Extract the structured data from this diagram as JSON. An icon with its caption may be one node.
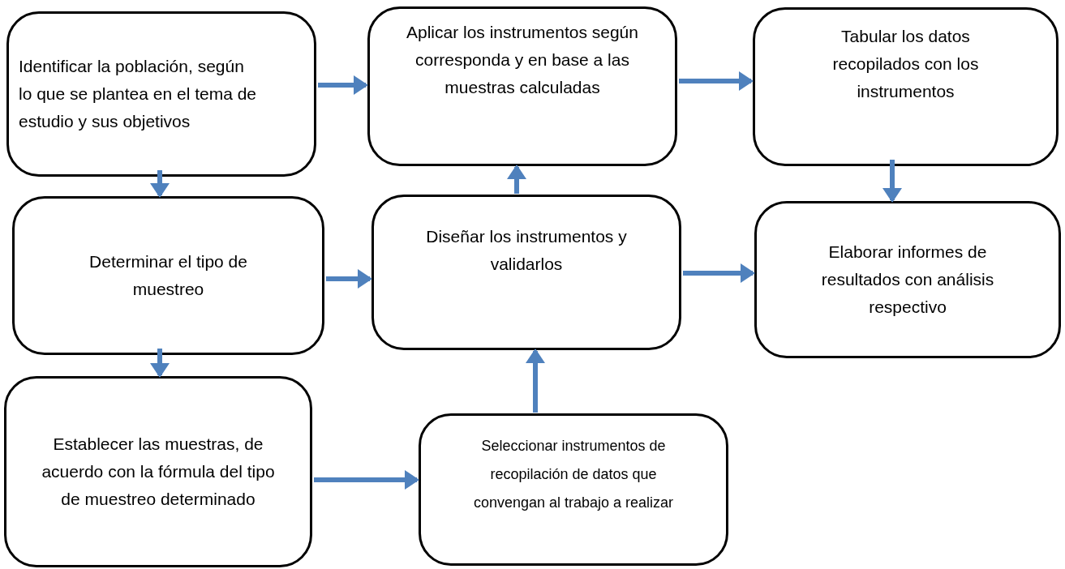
{
  "diagram": {
    "nodes": [
      {
        "text": [
          "Identificar la población, según lo que se plantea en el tema de estudio y sus objetivos"
        ]
      },
      {
        "text": [
          "Aplicar los instrumentos según corresponda y en base a las muestras calculadas"
        ]
      },
      {
        "text": [
          "Tabular los datos recopilados con los instrumentos"
        ]
      },
      {
        "text": [
          "Determinar el tipo de muestreo"
        ]
      },
      {
        "text": [
          "Diseñar los instrumentos y validarlos"
        ]
      },
      {
        "text": [
          "Elaborar informes de resultados con análisis respectivo"
        ]
      },
      {
        "text": [
          "Establecer las muestras, de acuerdo con la fórmula del tipo de muestreo determinado"
        ]
      },
      {
        "text": [
          "Seleccionar instrumentos de recopilación de datos que convengan al trabajo a realizar"
        ]
      }
    ],
    "edges": [
      {
        "from": 0,
        "to": 1,
        "arrow": "to"
      },
      {
        "from": 1,
        "to": 2,
        "arrow": "to"
      },
      {
        "from": 0,
        "to": 3,
        "arrow": "to"
      },
      {
        "from": 3,
        "to": 4,
        "arrow": "to"
      },
      {
        "from": 4,
        "to": 1,
        "arrow": "to"
      },
      {
        "from": 4,
        "to": 5,
        "arrow": "to"
      },
      {
        "from": 2,
        "to": 5,
        "arrow": "to"
      },
      {
        "from": 3,
        "to": 6,
        "arrow": "to"
      },
      {
        "from": 6,
        "to": 7,
        "arrow": "to"
      },
      {
        "from": 7,
        "to": 4,
        "arrow": "to"
      }
    ]
  }
}
